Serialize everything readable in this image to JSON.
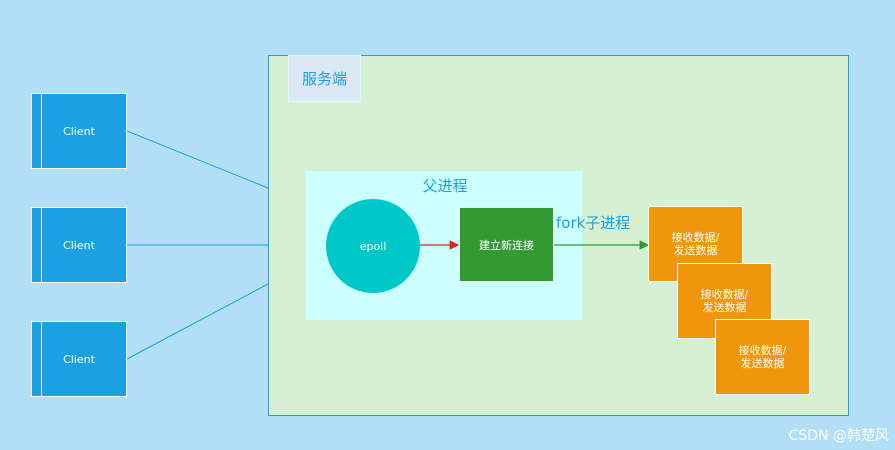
{
  "server": {
    "label": "服务端"
  },
  "clients": [
    {
      "label": "Client"
    },
    {
      "label": "Client"
    },
    {
      "label": "Client"
    }
  ],
  "parent_process": {
    "label": "父进程",
    "epoll": "epoll",
    "new_connection": "建立新连接"
  },
  "fork_label": "fork子进程",
  "workers": [
    {
      "line1": "接收数据/",
      "line2": "发送数据"
    },
    {
      "line1": "接收数据/",
      "line2": "发送数据"
    },
    {
      "line1": "接收数据/",
      "line2": "发送数据"
    }
  ],
  "watermark": "CSDN @韩楚风",
  "colors": {
    "background": "#b2dff5",
    "client": "#1ba1e2",
    "server_area": "#d5f0d3",
    "parent_area": "#ccffff",
    "epoll": "#00c8c8",
    "new_connection": "#339933",
    "worker": "#f0960a",
    "arrow_epoll": "#e02020",
    "arrow_fork": "#339933"
  }
}
